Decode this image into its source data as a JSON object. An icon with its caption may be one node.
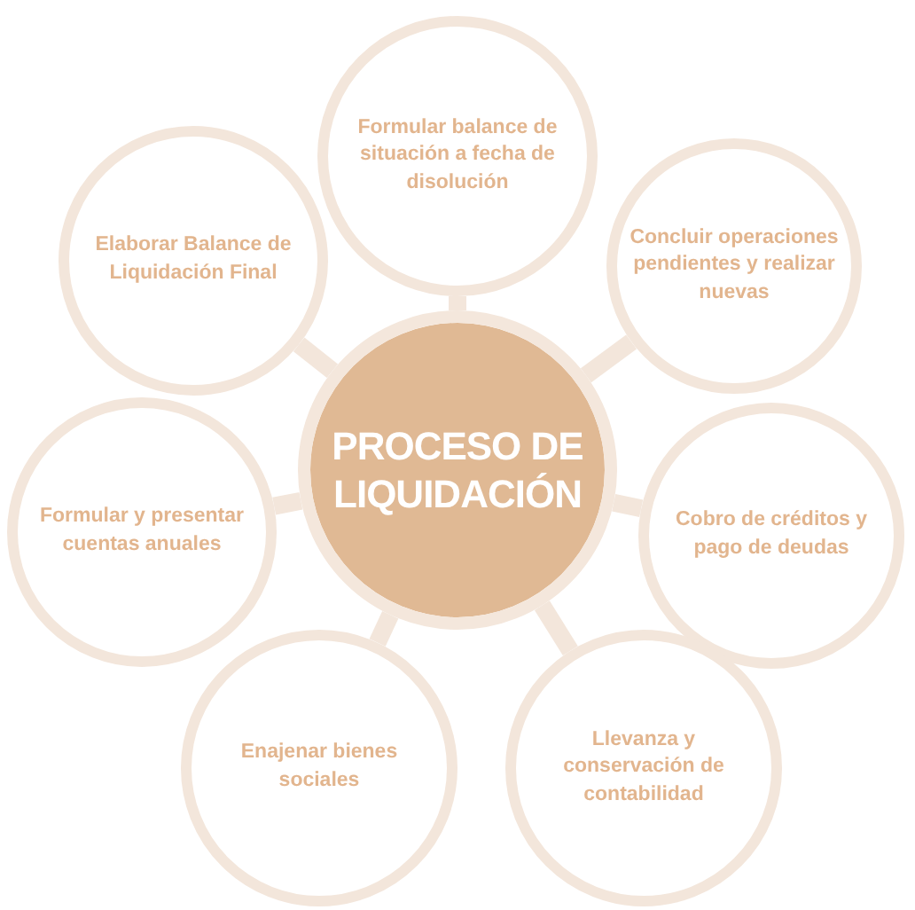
{
  "diagram": {
    "nodes": [
      {
        "text": [
          "Formular balance de situación a fecha de disolución"
        ]
      },
      {
        "text": [
          "Elaborar Balance de Liquidación Final"
        ]
      },
      {
        "text": [
          "Concluir operaciones pendientes y realizar nuevas"
        ]
      },
      {
        "text": [
          "PROCESO DE LIQUIDACIÓN"
        ]
      },
      {
        "text": [
          "Formular y presentar cuentas anuales"
        ]
      },
      {
        "text": [
          "Cobro de créditos y pago de deudas"
        ]
      },
      {
        "text": [
          "Enajenar bienes sociales"
        ]
      },
      {
        "text": [
          "Llevanza y conservación de contabilidad"
        ]
      }
    ],
    "edges": [
      {
        "from": 3,
        "to": 0,
        "arrow": "none"
      },
      {
        "from": 3,
        "to": 1,
        "arrow": "none"
      },
      {
        "from": 3,
        "to": 2,
        "arrow": "none"
      },
      {
        "from": 3,
        "to": 4,
        "arrow": "none"
      },
      {
        "from": 3,
        "to": 5,
        "arrow": "none"
      },
      {
        "from": 3,
        "to": 6,
        "arrow": "none"
      },
      {
        "from": 3,
        "to": 7,
        "arrow": "none"
      }
    ]
  }
}
